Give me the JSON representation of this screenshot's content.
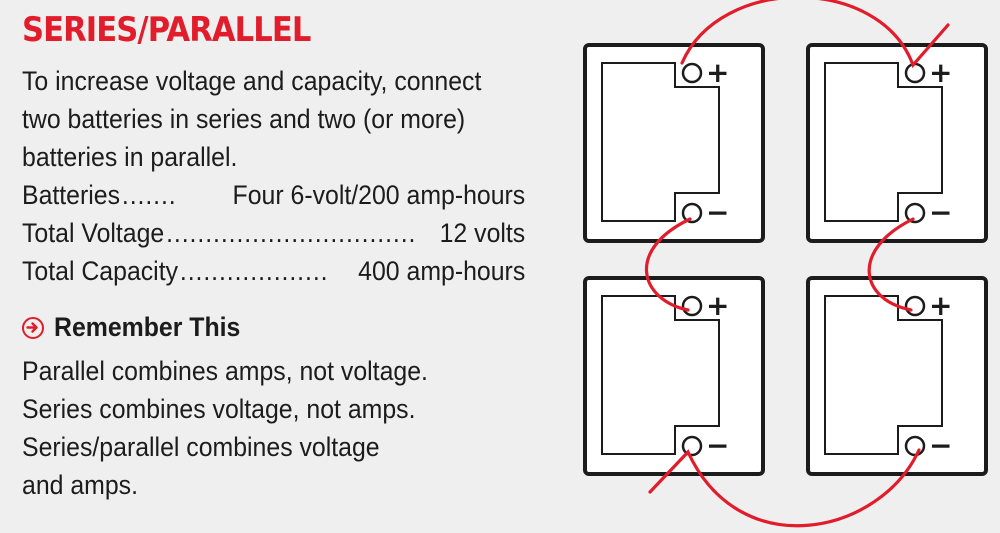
{
  "title": "SERIES/PARALLEL",
  "intro": {
    "line1": "To increase voltage and capacity, connect",
    "line2": "two batteries in series and two (or more)",
    "line3": "batteries in parallel."
  },
  "specs": [
    {
      "label": "Batteries",
      "dots": ".......",
      "value": "Four 6-volt/200 amp-hours"
    },
    {
      "label": "Total Voltage",
      "dots": "................................",
      "value": "12 volts"
    },
    {
      "label": "Total Capacity",
      "dots": "...................",
      "value": "400 amp-hours"
    }
  ],
  "remember": {
    "icon": "arrow-circle-icon",
    "title": "Remember This",
    "line1": "Parallel combines amps, not voltage.",
    "line2": "Series combines voltage, not amps.",
    "line3": "Series/parallel combines voltage",
    "line4": "and amps."
  },
  "diagram": {
    "positive_symbol": "+",
    "negative_symbol": "−",
    "wire_color": "#e21d2b",
    "battery_count": 4
  }
}
